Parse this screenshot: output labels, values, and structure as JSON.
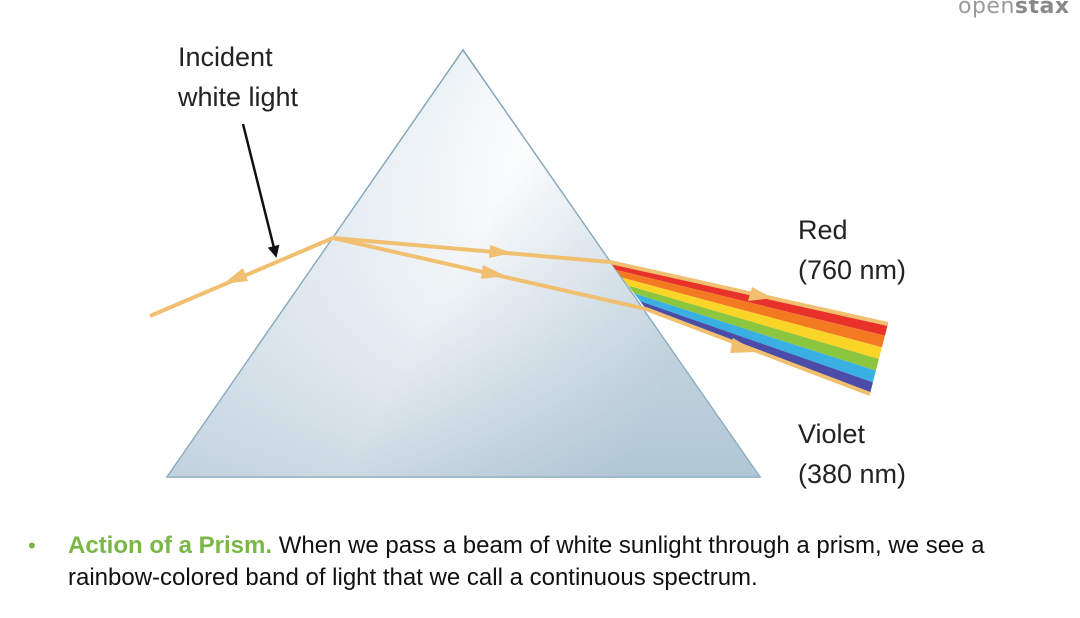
{
  "brand": {
    "light": "open",
    "bold": "stax"
  },
  "labels": {
    "incident_line1": "Incident",
    "incident_line2": "white light",
    "red_name": "Red",
    "red_wavelength": "(760 nm)",
    "violet_name": "Violet",
    "violet_wavelength": "(380 nm)"
  },
  "bullet": {
    "symbol": "•",
    "heading": "Action of a Prism.",
    "text": " When we pass a beam of white sunlight through a prism, we see a rainbow-colored band of light that we call a continuous spectrum."
  },
  "colors": {
    "accent_green": "#7ab648",
    "ray": "#f0c070",
    "prism_edge": "#7fa3b8"
  },
  "spectrum_colors": [
    "#e8312a",
    "#f37a21",
    "#fbd428",
    "#8cc63f",
    "#3ab0e2",
    "#4b4ba8"
  ]
}
